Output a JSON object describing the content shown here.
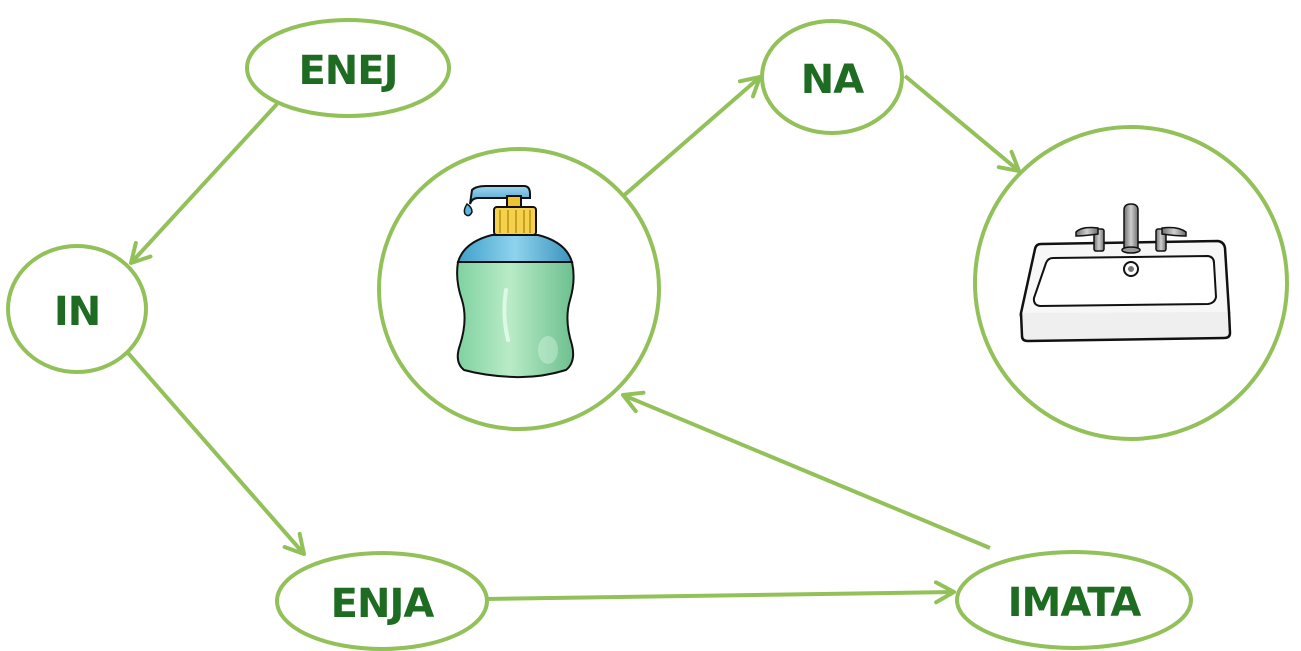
{
  "colors": {
    "edge": "#92c159",
    "node_stroke": "#92c159",
    "label": "#1e6b22",
    "background": "#ffffff"
  },
  "nodes": {
    "enej": {
      "label": "ENEJ"
    },
    "in": {
      "label": "IN"
    },
    "enja": {
      "label": "ENJA"
    },
    "imata": {
      "label": "IMATA"
    },
    "na": {
      "label": "NA"
    },
    "soap": {
      "icon": "soap-dispenser-icon"
    },
    "sink": {
      "icon": "sink-icon"
    }
  },
  "edges": [
    {
      "from": "enej",
      "to": "in"
    },
    {
      "from": "in",
      "to": "enja"
    },
    {
      "from": "enja",
      "to": "imata"
    },
    {
      "from": "imata",
      "to": "soap"
    },
    {
      "from": "soap",
      "to": "na"
    },
    {
      "from": "na",
      "to": "sink"
    }
  ]
}
